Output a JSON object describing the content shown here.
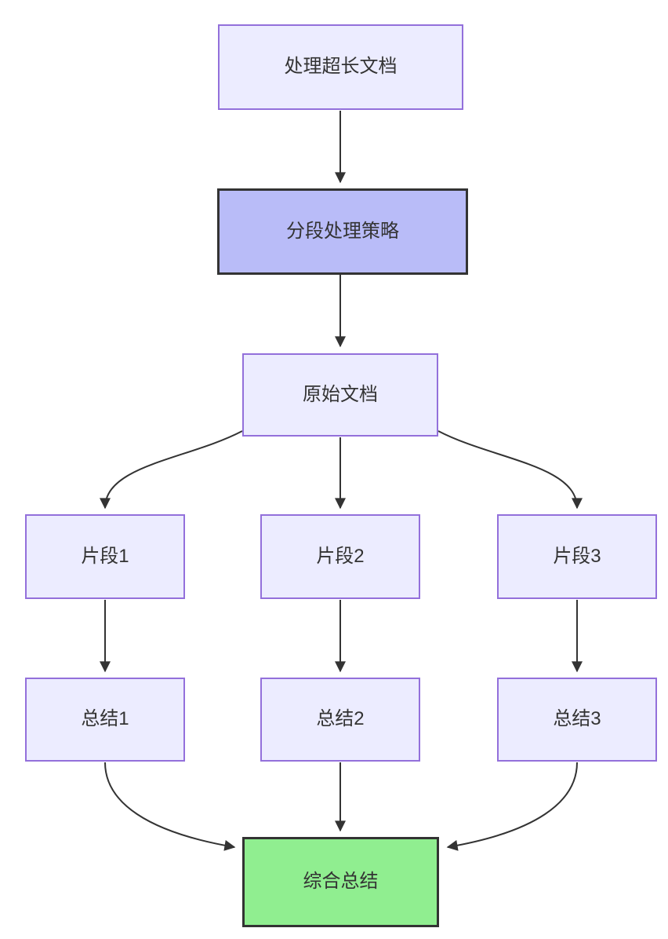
{
  "diagram": {
    "type": "flowchart",
    "direction": "top-down",
    "colors": {
      "background": "#FFFFFF",
      "default_node_fill": "#ECECFF",
      "default_node_border": "#9370DB",
      "strategy_node_fill": "#B9BCF8",
      "strategy_node_border": "#333333",
      "result_node_fill": "#90EE90",
      "result_node_border": "#333333",
      "edge_color": "#333333",
      "text_color": "#333333"
    },
    "nodes": [
      {
        "id": "process-long-doc",
        "label": "处理超长文档",
        "style": "default"
      },
      {
        "id": "segmentation-strategy",
        "label": "分段处理策略",
        "style": "strategy"
      },
      {
        "id": "original-doc",
        "label": "原始文档",
        "style": "default"
      },
      {
        "id": "fragment-1",
        "label": "片段1",
        "style": "default"
      },
      {
        "id": "fragment-2",
        "label": "片段2",
        "style": "default"
      },
      {
        "id": "fragment-3",
        "label": "片段3",
        "style": "default"
      },
      {
        "id": "summary-1",
        "label": "总结1",
        "style": "default"
      },
      {
        "id": "summary-2",
        "label": "总结2",
        "style": "default"
      },
      {
        "id": "summary-3",
        "label": "总结3",
        "style": "default"
      },
      {
        "id": "final-summary",
        "label": "综合总结",
        "style": "result"
      }
    ],
    "edges": [
      {
        "from": "process-long-doc",
        "to": "segmentation-strategy"
      },
      {
        "from": "segmentation-strategy",
        "to": "original-doc"
      },
      {
        "from": "original-doc",
        "to": "fragment-1"
      },
      {
        "from": "original-doc",
        "to": "fragment-2"
      },
      {
        "from": "original-doc",
        "to": "fragment-3"
      },
      {
        "from": "fragment-1",
        "to": "summary-1"
      },
      {
        "from": "fragment-2",
        "to": "summary-2"
      },
      {
        "from": "fragment-3",
        "to": "summary-3"
      },
      {
        "from": "summary-1",
        "to": "final-summary"
      },
      {
        "from": "summary-2",
        "to": "final-summary"
      },
      {
        "from": "summary-3",
        "to": "final-summary"
      }
    ]
  }
}
